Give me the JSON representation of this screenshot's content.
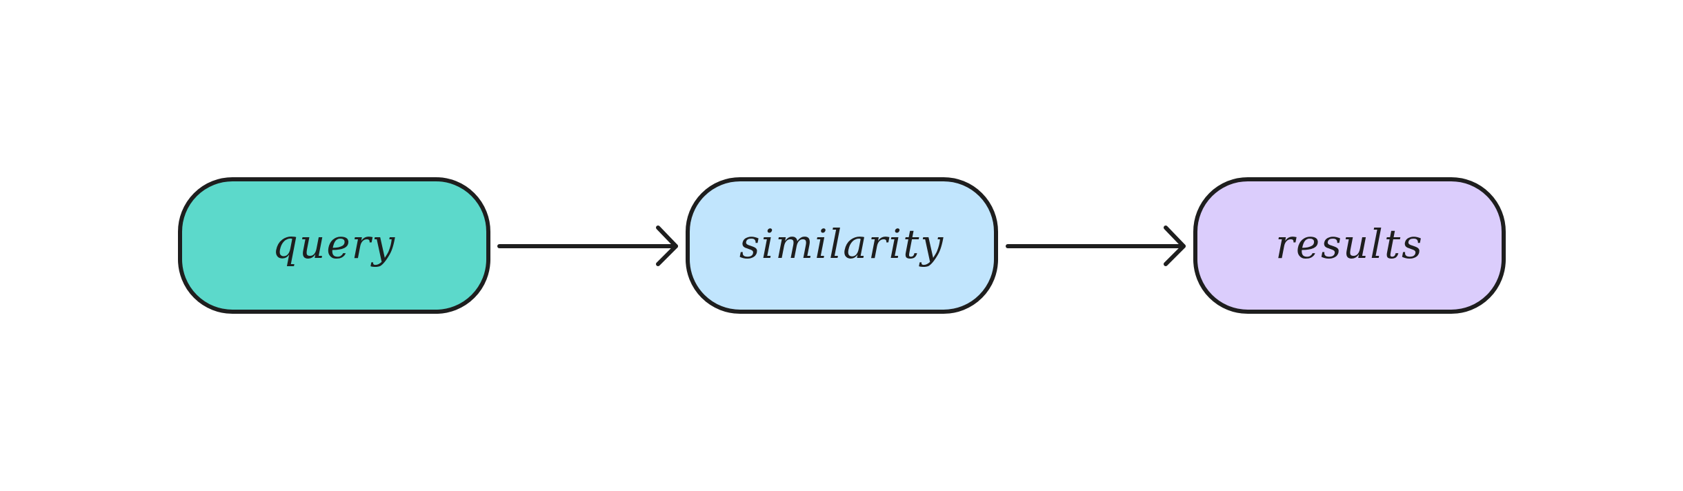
{
  "diagram": {
    "type": "flowchart",
    "nodes": [
      {
        "id": "query",
        "label": "query",
        "fill": "#5cd9cb"
      },
      {
        "id": "similarity",
        "label": "similarity",
        "fill": "#c1e5fd"
      },
      {
        "id": "results",
        "label": "results",
        "fill": "#dbcdfc"
      }
    ],
    "edges": [
      {
        "from": "query",
        "to": "similarity"
      },
      {
        "from": "similarity",
        "to": "results"
      }
    ],
    "colors": {
      "stroke": "#1e1e1e",
      "background": "#ffffff"
    }
  }
}
